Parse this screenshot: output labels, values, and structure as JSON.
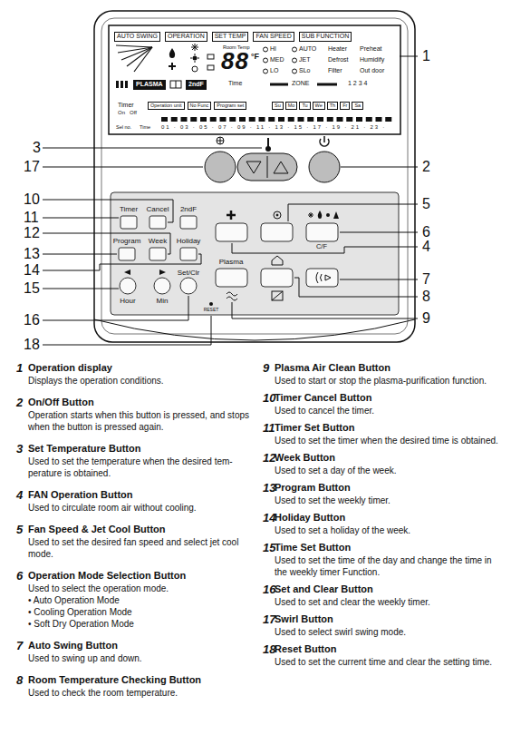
{
  "diagram": {
    "nodes": [
      {
        "text": [
          "AUTO SWING"
        ]
      },
      {
        "text": [
          "OPERATION"
        ]
      },
      {
        "text": [
          "SET TEMP"
        ]
      },
      {
        "text": [
          "FAN SPEED"
        ]
      },
      {
        "text": [
          "SUB FUNCTION"
        ]
      },
      {
        "text": [
          "PLASMA"
        ]
      },
      {
        "text": [
          "2ndF"
        ]
      },
      {
        "text": [
          "Operation unit"
        ]
      },
      {
        "text": [
          "No Func"
        ]
      },
      {
        "text": [
          "Program set"
        ]
      },
      {
        "text": [
          "Su"
        ]
      },
      {
        "text": [
          "Mo"
        ]
      },
      {
        "text": [
          "Tu"
        ]
      },
      {
        "text": [
          "We"
        ]
      },
      {
        "text": [
          "Th"
        ]
      },
      {
        "text": [
          "Fr"
        ]
      },
      {
        "text": [
          "Sa"
        ]
      }
    ],
    "labels": [
      "Room Temp",
      "88",
      "°F",
      "HI",
      "AUTO",
      "MED",
      "JET",
      "LO",
      "SLo",
      "Heater",
      "Preheat",
      "Defrost",
      "Humidify",
      "Filter",
      "Out door",
      "Time",
      "ZONE",
      "1 2 3 4",
      "Timer",
      "On",
      "Off",
      "Sel no.",
      "Time",
      "01 · 03 · 05 · 07 · 09 · 11 · 13 · 15 · 17 · 19 · 21 · 23 ·",
      "Timer",
      "Cancel",
      "2ndF",
      "Program",
      "Week",
      "Holiday",
      "Set/Clr",
      "Hour",
      "Min",
      "Plasma",
      "C/F",
      "RESET",
      "1",
      "3",
      "2",
      "17",
      "10",
      "5",
      "11",
      "6",
      "12",
      "4",
      "13",
      "14",
      "7",
      "15",
      "8",
      "9",
      "16",
      "18",
      "1",
      "Operation display",
      "Displays the operation conditions.",
      "2",
      "On/Off Button",
      "Operation starts when this button is pressed, and stops when the button is pressed again.",
      "3",
      "Set Temperature Button",
      "Used to set the temperature when the desired tem- perature is obtained.",
      "4",
      "FAN Operation Button",
      "Used to circulate room air without cooling.",
      "5",
      "Fan Speed & Jet Cool Button",
      "Used to set the desired fan speed and select jet cool mode.",
      "6",
      "Operation Mode Selection Button",
      "Used to select the operation mode.",
      "• Auto Operation Mode",
      "• Cooling Operation Mode",
      "• Soft Dry Operation Mode",
      "7",
      "Auto Swing Button",
      "Used to swing up and down.",
      "8",
      "Room Temperature Checking Button",
      "Used to check the room temperature.",
      "9",
      "Plasma Air Clean Button",
      "Used to start or stop the plasma-purification function.",
      "10",
      "Timer Cancel Button",
      "Used to cancel the timer.",
      "11",
      "Timer Set Button",
      "Used to set the timer when the desired time is obtained.",
      "12",
      "Week Button",
      "Used to set a day of the week.",
      "13",
      "Program Button",
      "Used to set the weekly timer.",
      "14",
      "Holiday Button",
      "Used to set a holiday of the week.",
      "15",
      "Time Set Button",
      "Used to set the time of the day and change the time in the weekly timer Function.",
      "16",
      "Set and Clear Button",
      "Used to set and clear the weekly timer.",
      "17",
      "Swirl Button",
      "Used to select swirl swing mode.",
      "18",
      "Reset Button",
      "Used to set the current time and clear the setting time."
    ]
  }
}
